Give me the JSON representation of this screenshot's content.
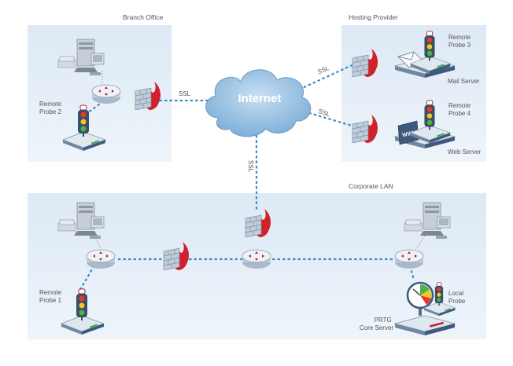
{
  "zones": {
    "branch": "Branch Office",
    "hosting": "Hosting Provider",
    "corporate": "Corporate LAN"
  },
  "cloud_label": "Internet",
  "ssl_labels": [
    "SSL",
    "SSL",
    "SSL",
    "SSL"
  ],
  "probes": {
    "remote2": [
      "Remote",
      "Probe 2"
    ],
    "remote3": [
      "Remote",
      "Probe 3"
    ],
    "remote4": [
      "Remote",
      "Probe 4"
    ],
    "remote1": [
      "Remote",
      "Probe 1"
    ],
    "local": [
      "Local",
      "Probe"
    ]
  },
  "servers": {
    "mail": "Mail Server",
    "web": "Web Server",
    "prtg": [
      "PRTG",
      "Core Server"
    ]
  },
  "icon_text": {
    "www": "WWW"
  },
  "colors": {
    "zone_fill": "#e6eff8",
    "link": "#3c8fc8",
    "firewall_flame": "#d0202a"
  }
}
